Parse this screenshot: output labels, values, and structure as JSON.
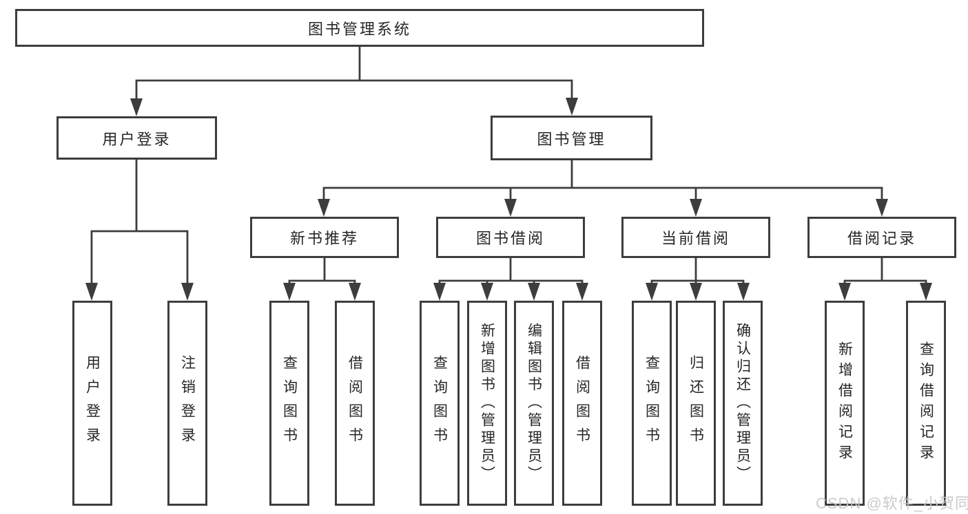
{
  "diagram": {
    "root": {
      "label": "图书管理系统"
    },
    "branches": [
      {
        "label": "用户登录",
        "children": [
          {
            "label": "用户登录"
          },
          {
            "label": "注销登录"
          }
        ]
      },
      {
        "label": "图书管理",
        "children": [
          {
            "label": "新书推荐",
            "children": [
              {
                "label": "查询图书"
              },
              {
                "label": "借阅图书"
              }
            ]
          },
          {
            "label": "图书借阅",
            "children": [
              {
                "label": "查询图书"
              },
              {
                "label": "新增图书（管理员）"
              },
              {
                "label": "编辑图书（管理员）"
              },
              {
                "label": "借阅图书"
              }
            ]
          },
          {
            "label": "当前借阅",
            "children": [
              {
                "label": "查询图书"
              },
              {
                "label": "归还图书"
              },
              {
                "label": "确认归还（管理员）"
              }
            ]
          },
          {
            "label": "借阅记录",
            "children": [
              {
                "label": "新增借阅记录"
              },
              {
                "label": "查询借阅记录"
              }
            ]
          }
        ]
      }
    ]
  },
  "watermark": {
    "text": "CSDN @软件_小贺同学"
  },
  "colors": {
    "line": "#3d3d3d",
    "text": "#262626",
    "background": "#ffffff",
    "watermark": "#c6c6c6"
  }
}
